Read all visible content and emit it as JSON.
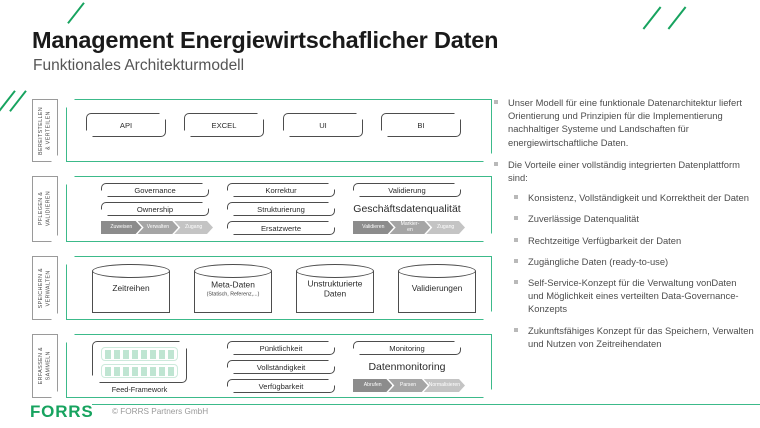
{
  "header": {
    "title": "Management Energiewirtschaflicher Daten",
    "subtitle": "Funktionales Architekturmodell"
  },
  "colors": {
    "accent_green": "#17a35f",
    "band_green": "#3cba8a",
    "node_border": "#4d4d4d",
    "chevron_dark": "#8c8c8c",
    "chevron_mid": "#a5a5a5",
    "chevron_light": "#c4c4c4",
    "feed_cell": "#bfe5d2",
    "text_dark": "#2b2b2b",
    "text_muted": "#4d4d4d"
  },
  "layers": [
    {
      "id": "bereitstellen",
      "label": "BEREITSTELLEN\n& VERTEILEN",
      "nodes": [
        "API",
        "EXCEL",
        "UI",
        "BI"
      ]
    },
    {
      "id": "pflegen",
      "label": "PFLEGEN &\nVALIDIEREN",
      "col1": [
        "Governance",
        "Ownership"
      ],
      "col2": [
        "Korrektur",
        "Strukturierung",
        "Ersatzwerte"
      ],
      "col3_top": "Validierung",
      "col3_title": "Geschäftsdatenqualität",
      "pipeline1": [
        "Zuweisen",
        "Verwalten",
        "Zugang"
      ],
      "pipeline3": [
        "Validieren",
        "Markier-\nen",
        "Zugang"
      ]
    },
    {
      "id": "speichern",
      "label": "SPEICHERN &\nVERWALTEN",
      "stores": [
        {
          "name": "Zeitreihen",
          "sub": ""
        },
        {
          "name": "Meta-Daten",
          "sub": "(Statisch, Referenz,...)"
        },
        {
          "name": "Unstrukturierte\nDaten",
          "sub": ""
        },
        {
          "name": "Validierungen",
          "sub": ""
        }
      ]
    },
    {
      "id": "erfassen",
      "label": "ERFASSEN &\nSAMMELN",
      "feed_caption": "Feed-Framework",
      "col2": [
        "Pünktlichkeit",
        "Vollständigkeit",
        "Verfügbarkeit"
      ],
      "col3_top": "Monitoring",
      "col3_title": "Datenmonitoring",
      "pipeline3": [
        "Abrufen",
        "Parsen",
        "Normalisieren"
      ]
    }
  ],
  "bullets": {
    "main": [
      "Unser Modell für eine funktionale Datenarchitektur liefert Orientierung und Prinzipien für die Implementierung nachhaltiger Systeme und Landschaften für energiewirtschaftliche Daten.",
      "Die Vorteile einer vollständig integrierten Datenplattform sind:"
    ],
    "sub": [
      "Konsistenz, Vollständigkeit und Korrektheit der Daten",
      "Zuverlässige Datenqualität",
      "Rechtzeitige Verfügbarkeit der Daten",
      "Zugängliche Daten (ready-to-use)",
      "Self-Service-Konzept für die Verwaltung vonDaten und Möglichkeit eines verteilten Data-Governance-Konzepts",
      "Zukunftsfähiges Konzept für das Speichern, Verwalten und Nutzen von Zeitreihendaten"
    ]
  },
  "footer": {
    "logo": "FORRS",
    "copyright": "© FORRS Partners GmbH"
  }
}
